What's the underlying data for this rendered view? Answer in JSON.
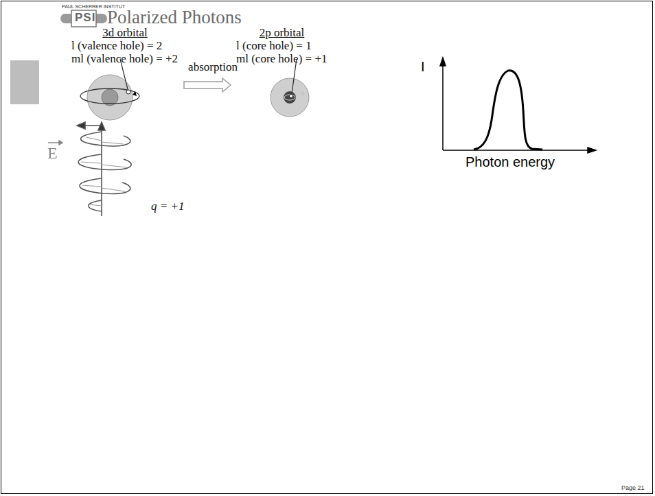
{
  "diagram": {
    "title": "Polarized Photons",
    "nodes": [
      {
        "text": [
          "3d orbital",
          "l (valence hole) = 2",
          "ml (valence hole) = +2"
        ]
      },
      {
        "text": [
          "2p orbital",
          "l (core hole) = 1",
          "ml (core hole) = +1"
        ]
      }
    ],
    "edges": [
      {
        "from": 0,
        "to": 1,
        "label": "absorption",
        "arrow": "to"
      }
    ],
    "labels": [
      "PAUL SCHERRER INSTITUT",
      "PSI",
      "E",
      "q = +1",
      "I",
      "Photon energy",
      "Page 21"
    ]
  }
}
